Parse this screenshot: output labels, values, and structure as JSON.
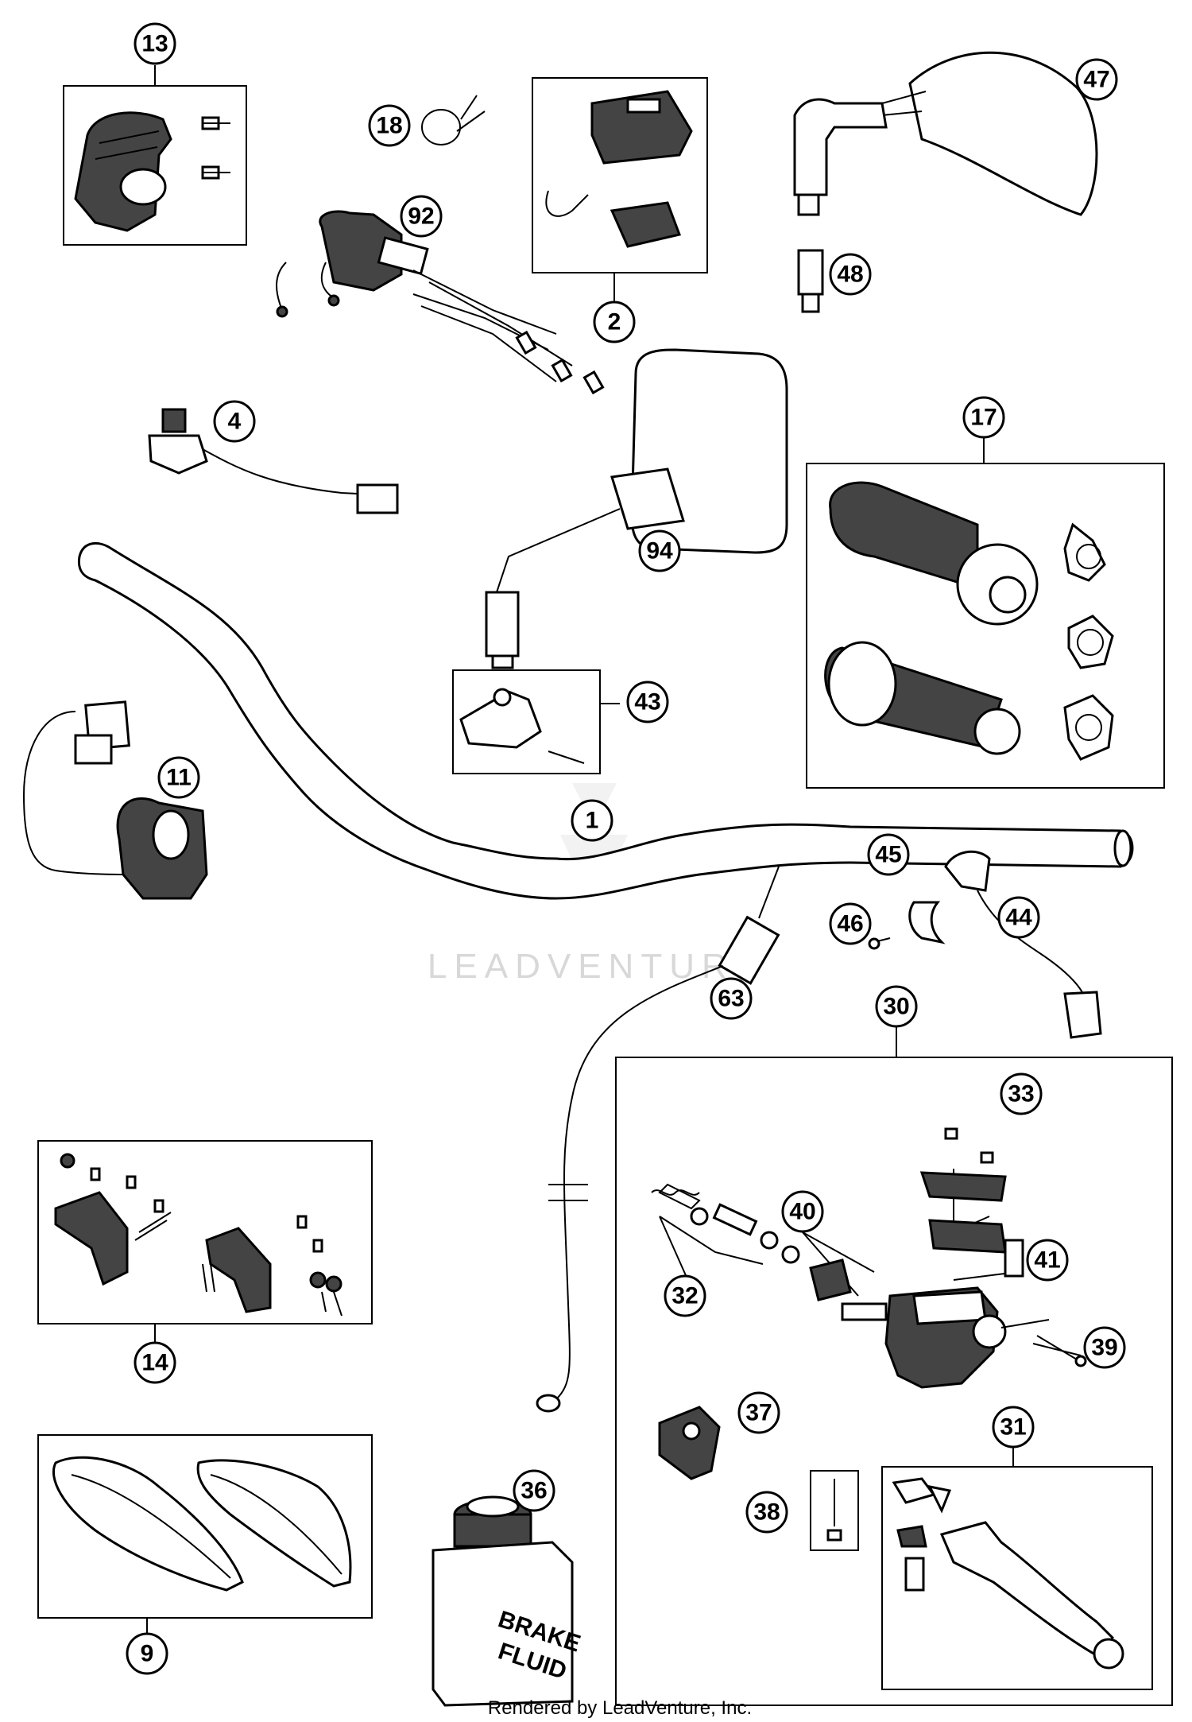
{
  "watermark": "LEADVENTURE",
  "credit": "Rendered by LeadVenture, Inc.",
  "bottle_label": [
    "BRAKE",
    "FLUID"
  ],
  "callouts": [
    "13",
    "18",
    "92",
    "2",
    "47",
    "48",
    "4",
    "94",
    "17",
    "43",
    "11",
    "1",
    "45",
    "44",
    "46",
    "63",
    "30",
    "33",
    "40",
    "41",
    "32",
    "39",
    "14",
    "37",
    "31",
    "38",
    "36",
    "9"
  ],
  "colors": {
    "line": "#000000",
    "watermark": "#d8d8d8",
    "background": "#ffffff"
  }
}
